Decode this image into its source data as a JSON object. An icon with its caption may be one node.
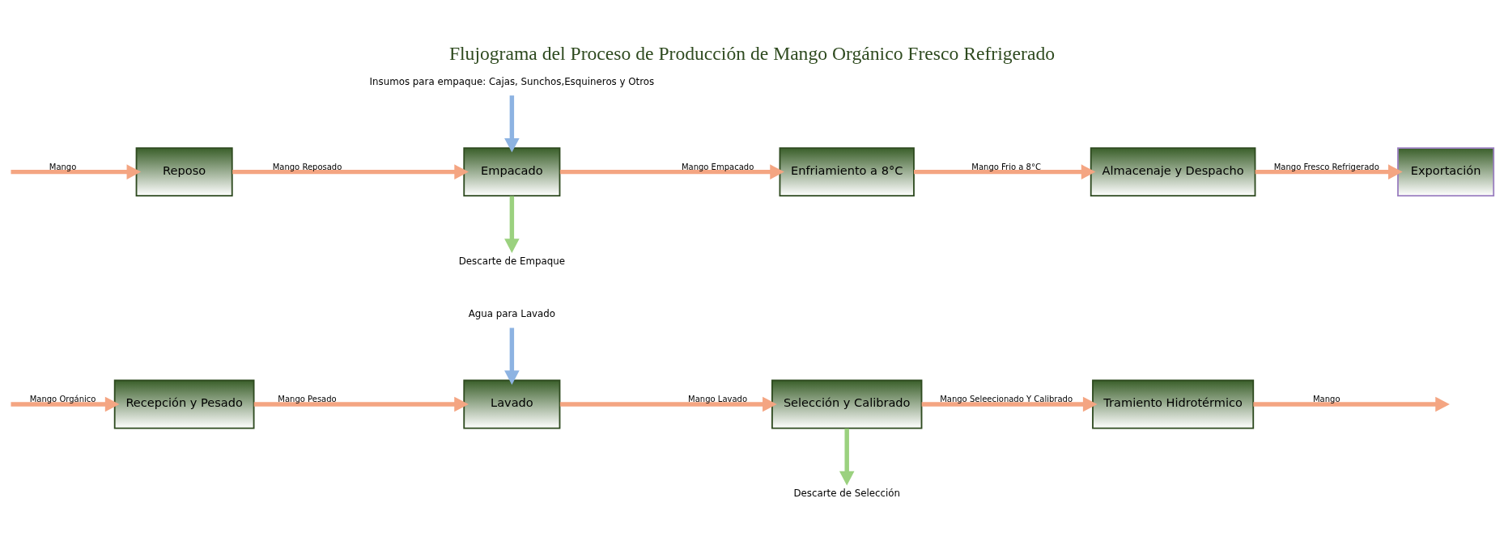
{
  "diagram": {
    "title": "Flujograma del Proceso de Producción de Mango Orgánico Fresco Refrigerado",
    "nodes": [
      {
        "text": [
          "Agua para Lavado"
        ]
      },
      {
        "text": [
          "Recepción y Pesado"
        ]
      },
      {
        "text": [
          "Lavado"
        ]
      },
      {
        "text": [
          "Selección y Calibrado"
        ]
      },
      {
        "text": [
          "Tramiento Hidrotérmico"
        ]
      },
      {
        "text": [
          "Descarte de Selección"
        ]
      },
      {
        "text": [
          "Insumos para empaque: Cajas, Sunchos,Esquineros y Otros"
        ]
      },
      {
        "text": [
          "Reposo"
        ]
      },
      {
        "text": [
          "Empacado"
        ]
      },
      {
        "text": [
          "Enfriamiento a 8°C"
        ]
      },
      {
        "text": [
          "Almacenaje y Despacho"
        ]
      },
      {
        "text": [
          "Exportación"
        ]
      },
      {
        "text": [
          "Descarte de Empaque"
        ]
      }
    ],
    "edges": [
      {
        "from": null,
        "to": 1,
        "arrow": "to",
        "label": "Mango Orgánico"
      },
      {
        "from": 1,
        "to": 2,
        "arrow": "to",
        "label": "Mango Pesado"
      },
      {
        "from": 0,
        "to": 2,
        "arrow": "to",
        "color": "#8db3e2"
      },
      {
        "from": 2,
        "to": 3,
        "arrow": "to",
        "label": "Mango Lavado"
      },
      {
        "from": 3,
        "to": 4,
        "arrow": "to",
        "label": "Mango Seleecionado Y Calibrado"
      },
      {
        "from": 3,
        "to": 5,
        "arrow": "to",
        "color": "#9bd17f"
      },
      {
        "from": 4,
        "to": null,
        "arrow": "to",
        "label": "Mango"
      },
      {
        "from": null,
        "to": 7,
        "arrow": "to",
        "label": "Mango"
      },
      {
        "from": 7,
        "to": 8,
        "arrow": "to",
        "label": "Mango Reposado"
      },
      {
        "from": 6,
        "to": 8,
        "arrow": "to",
        "color": "#8db3e2"
      },
      {
        "from": 8,
        "to": 9,
        "arrow": "to",
        "label": "Mango Empacado"
      },
      {
        "from": 8,
        "to": 12,
        "arrow": "to",
        "color": "#9bd17f"
      },
      {
        "from": 9,
        "to": 10,
        "arrow": "to",
        "label": "Mango Frio a 8°C"
      },
      {
        "from": 10,
        "to": 11,
        "arrow": "to",
        "label": "Mango Fresco Refrigerado"
      }
    ]
  }
}
